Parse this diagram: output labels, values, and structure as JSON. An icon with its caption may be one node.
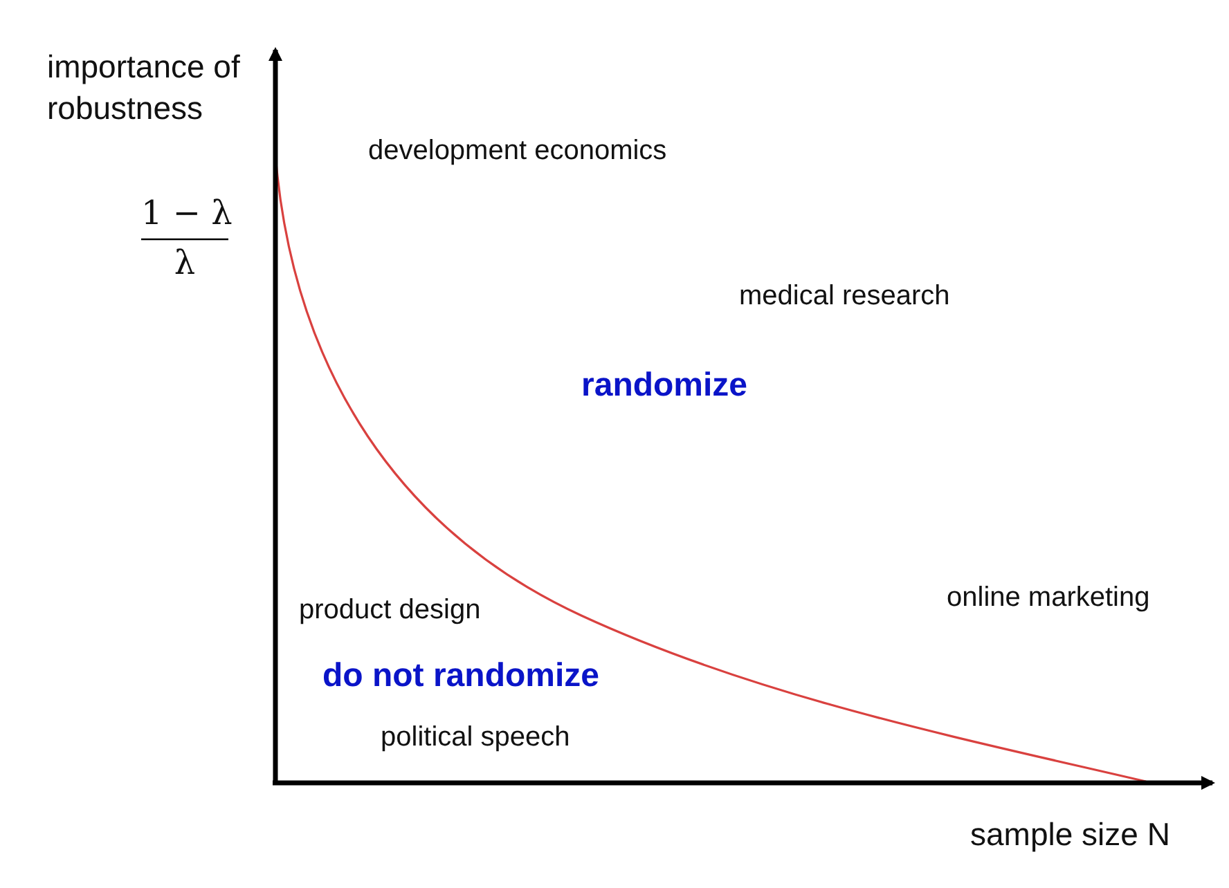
{
  "diagram": {
    "labels": [
      "importance of robustness",
      "1 − λ",
      "λ",
      "development economics",
      "medical research",
      "randomize",
      "online marketing",
      "product design",
      "do not randomize",
      "political speech",
      "sample size N"
    ]
  }
}
